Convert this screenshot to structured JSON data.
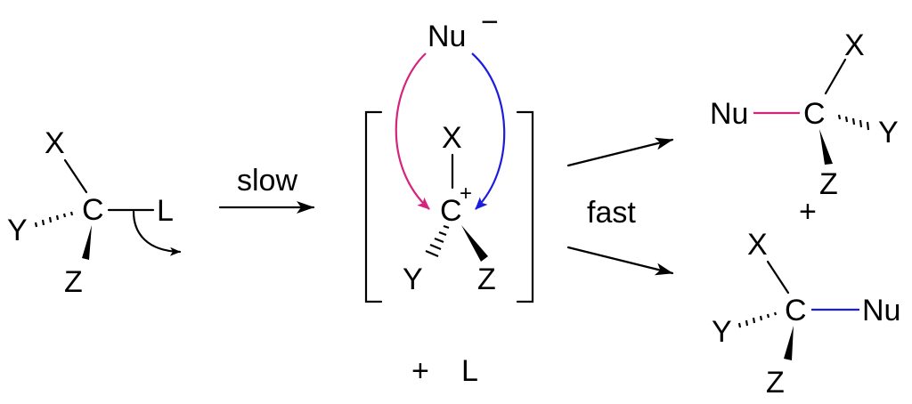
{
  "colors": {
    "ink": "#000000",
    "retention_path": "#d6247c",
    "inversion_path": "#1c1cdf",
    "background": "#ffffff"
  },
  "reactant": {
    "center": "C",
    "sub_x": "X",
    "sub_y": "Y",
    "sub_z": "Z",
    "leaving_group": "L"
  },
  "step1": {
    "label": "slow"
  },
  "intermediate": {
    "nucleophile": "Nu",
    "nucleophile_charge": "−",
    "center": "C",
    "center_charge": "+",
    "sub_x": "X",
    "sub_y": "Y",
    "sub_z": "Z",
    "byproduct_plus": "+",
    "byproduct": "L"
  },
  "step2": {
    "label": "fast"
  },
  "product_top": {
    "nucleophile": "Nu",
    "center": "C",
    "sub_x": "X",
    "sub_y": "Y",
    "sub_z": "Z"
  },
  "products_plus": "+",
  "product_bottom": {
    "nucleophile": "Nu",
    "center": "C",
    "sub_x": "X",
    "sub_y": "Y",
    "sub_z": "Z"
  }
}
